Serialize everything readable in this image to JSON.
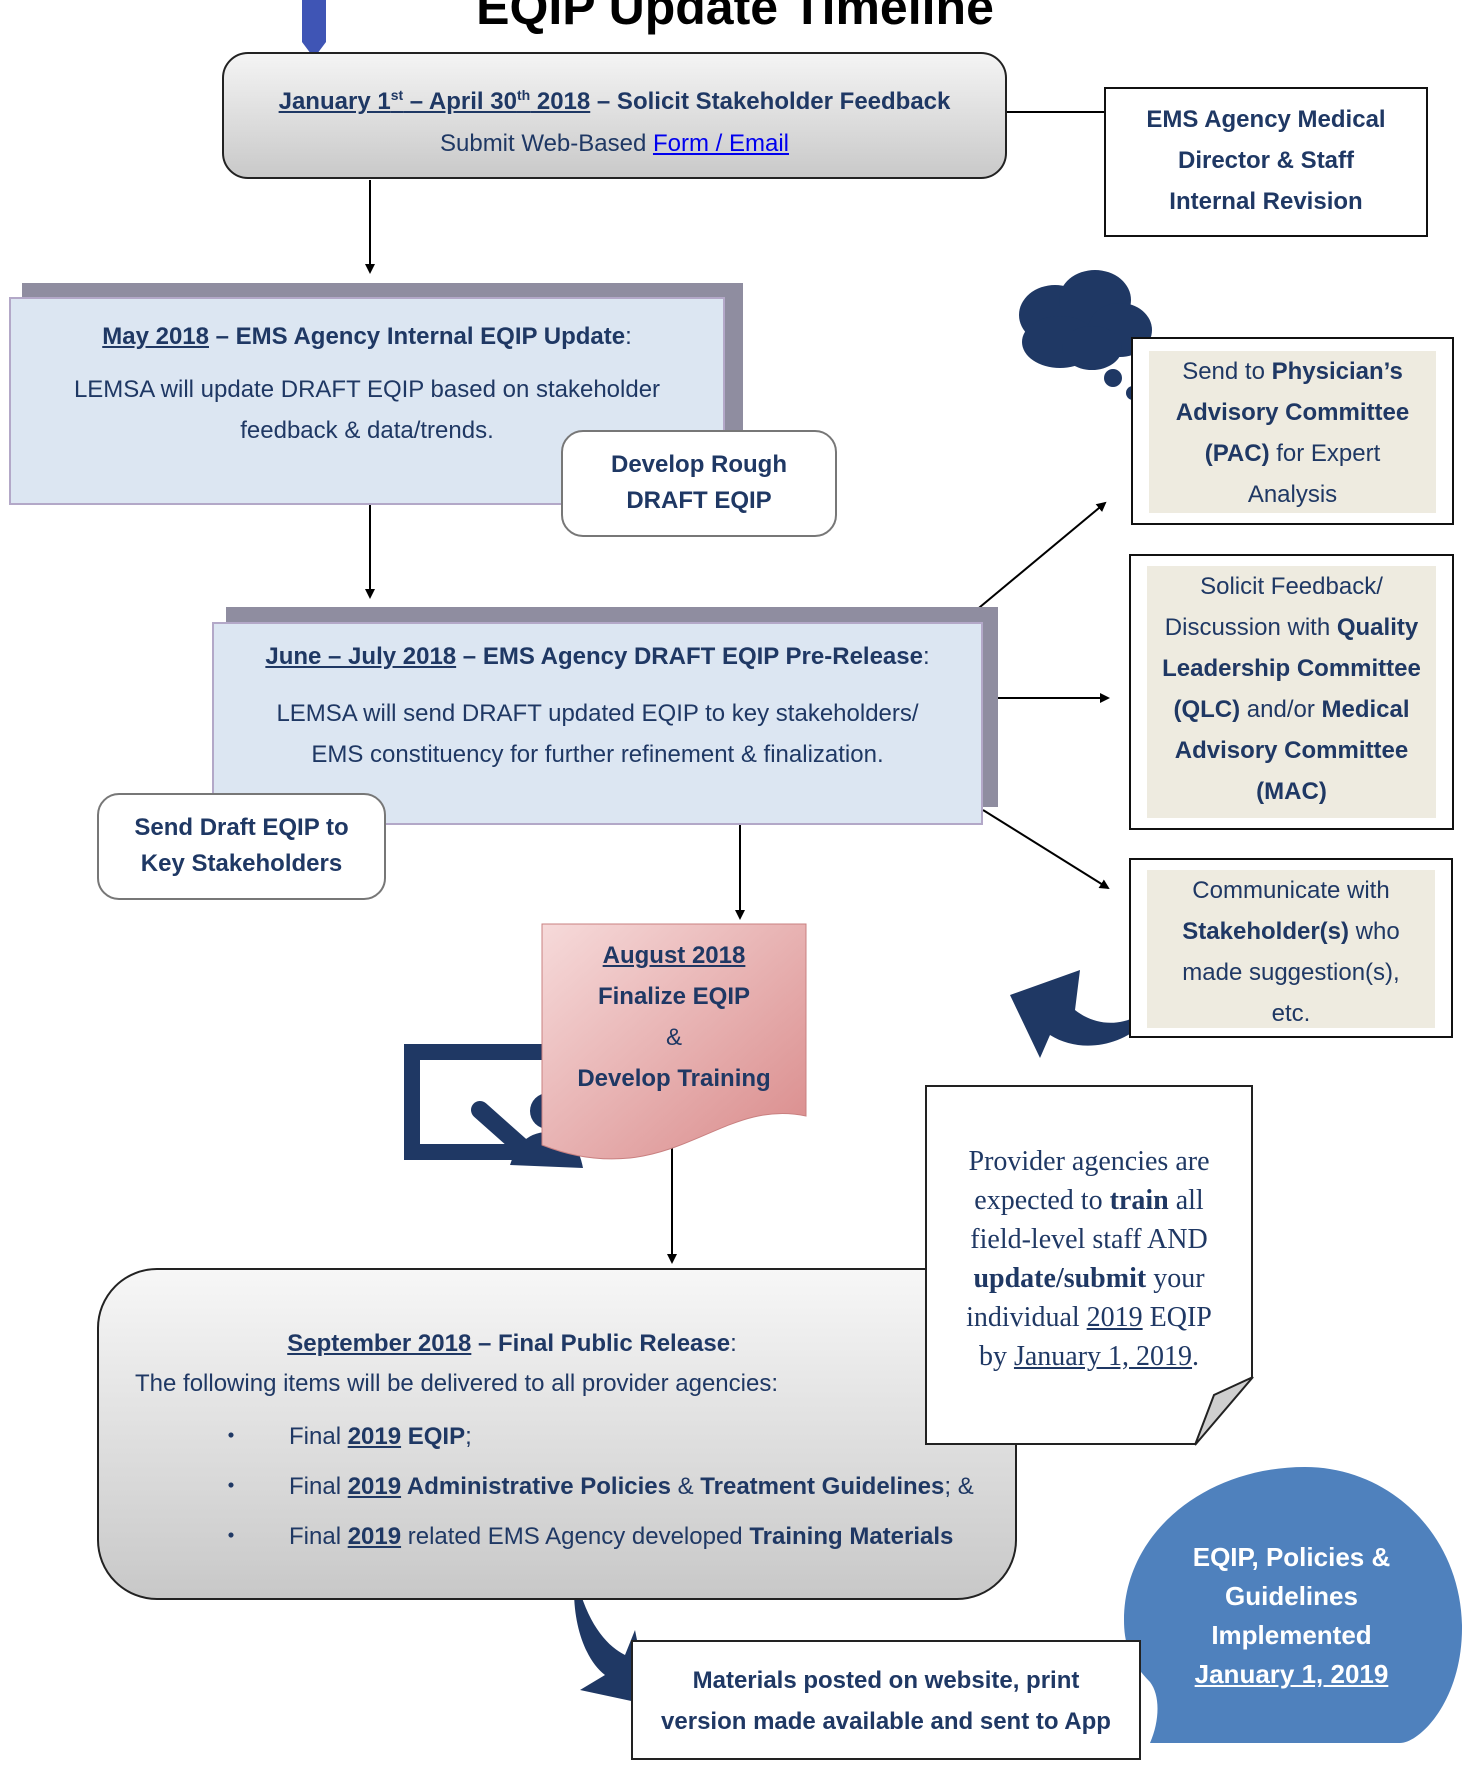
{
  "title": "EQIP Update Timeline",
  "step1": {
    "date": "January 1",
    "date_sup": "st",
    "date_mid": " – April 30",
    "date_sup2": "th",
    "date_end": " 2018",
    "heading": " – Solicit Stakeholder Feedback",
    "line2_prefix": "Submit Web-Based ",
    "link": "Form / Email"
  },
  "medical_director": {
    "line1": "EMS Agency Medical",
    "line2": "Director & Staff",
    "line3": "Internal Revision"
  },
  "step2": {
    "date": "May 2018",
    "heading": " – EMS Agency Internal EQIP Update",
    "colon": ":",
    "body1": "LEMSA will update DRAFT EQIP based on stakeholder",
    "body2": "feedback & data/trends."
  },
  "rough_draft": {
    "line1": "Develop Rough",
    "line2": "DRAFT EQIP"
  },
  "pac": {
    "t1": "Send to ",
    "b1": "Physician’s",
    "b2": "Advisory Committee",
    "b3": "(PAC)",
    "t2": " for Expert",
    "t3": "Analysis"
  },
  "qlc": {
    "t1": "Solicit Feedback/",
    "t2": "Discussion with ",
    "b1": "Quality",
    "b2": "Leadership Committee",
    "b3": "(QLC)",
    "t3": " and/or ",
    "b4": "Medical",
    "b5": "Advisory Committee",
    "b6": "(MAC)"
  },
  "communicate": {
    "t1": "Communicate with",
    "b1": "Stakeholder(s)",
    "t2": " who",
    "t3": "made suggestion(s),",
    "t4": "etc."
  },
  "step3": {
    "date": "June – July 2018",
    "heading": " – EMS Agency DRAFT EQIP Pre-Release",
    "colon": ":",
    "body1": "LEMSA will send DRAFT updated EQIP to key stakeholders/",
    "body2": "EMS constituency for further refinement & finalization."
  },
  "send_draft": {
    "line1": "Send Draft EQIP to",
    "line2": "Key Stakeholders"
  },
  "step4": {
    "date": "August 2018",
    "line2": "Finalize EQIP",
    "amp": "&",
    "line4": "Develop Training"
  },
  "note": {
    "t1": "Provider agencies are",
    "t2": "expected to ",
    "b1": "train",
    "t3": " all",
    "t4": "field-level staff AND",
    "b2": "update/submit",
    "t5": " your",
    "t6": "individual ",
    "u1": "2019",
    "t7": " EQIP",
    "t8": "by ",
    "u2": "January 1, 2019",
    "t9": "."
  },
  "step5": {
    "date": "September 2018",
    "heading": " – Final Public Release",
    "colon": ":",
    "intro": "The following items will be delivered to all provider agencies:",
    "b1_pre": "Final ",
    "b1_year": "2019",
    "b1_item": " EQIP",
    "b1_end": ";",
    "b2_pre": "Final ",
    "b2_year": "2019",
    "b2_item1": " Administrative Policies",
    "b2_amp": " & ",
    "b2_item2": "Treatment Guidelines",
    "b2_end": "; &",
    "b3_pre": "Final ",
    "b3_year": "2019",
    "b3_mid": " related EMS Agency developed ",
    "b3_item": "Training Materials",
    "bullet": "・"
  },
  "posted": {
    "line1": "Materials posted on website, print",
    "line2": "version made available and sent to App"
  },
  "implemented": {
    "line1": "EQIP, Policies &",
    "line2": "Guidelines",
    "line3": "Implemented",
    "line4": "January 1, 2019"
  },
  "colors": {
    "navy": "#1f3864",
    "light_blue": "#dce6f2",
    "pink": "#e3a3a3",
    "bubble": "#4f81bd",
    "beige": "#eeebe0"
  }
}
